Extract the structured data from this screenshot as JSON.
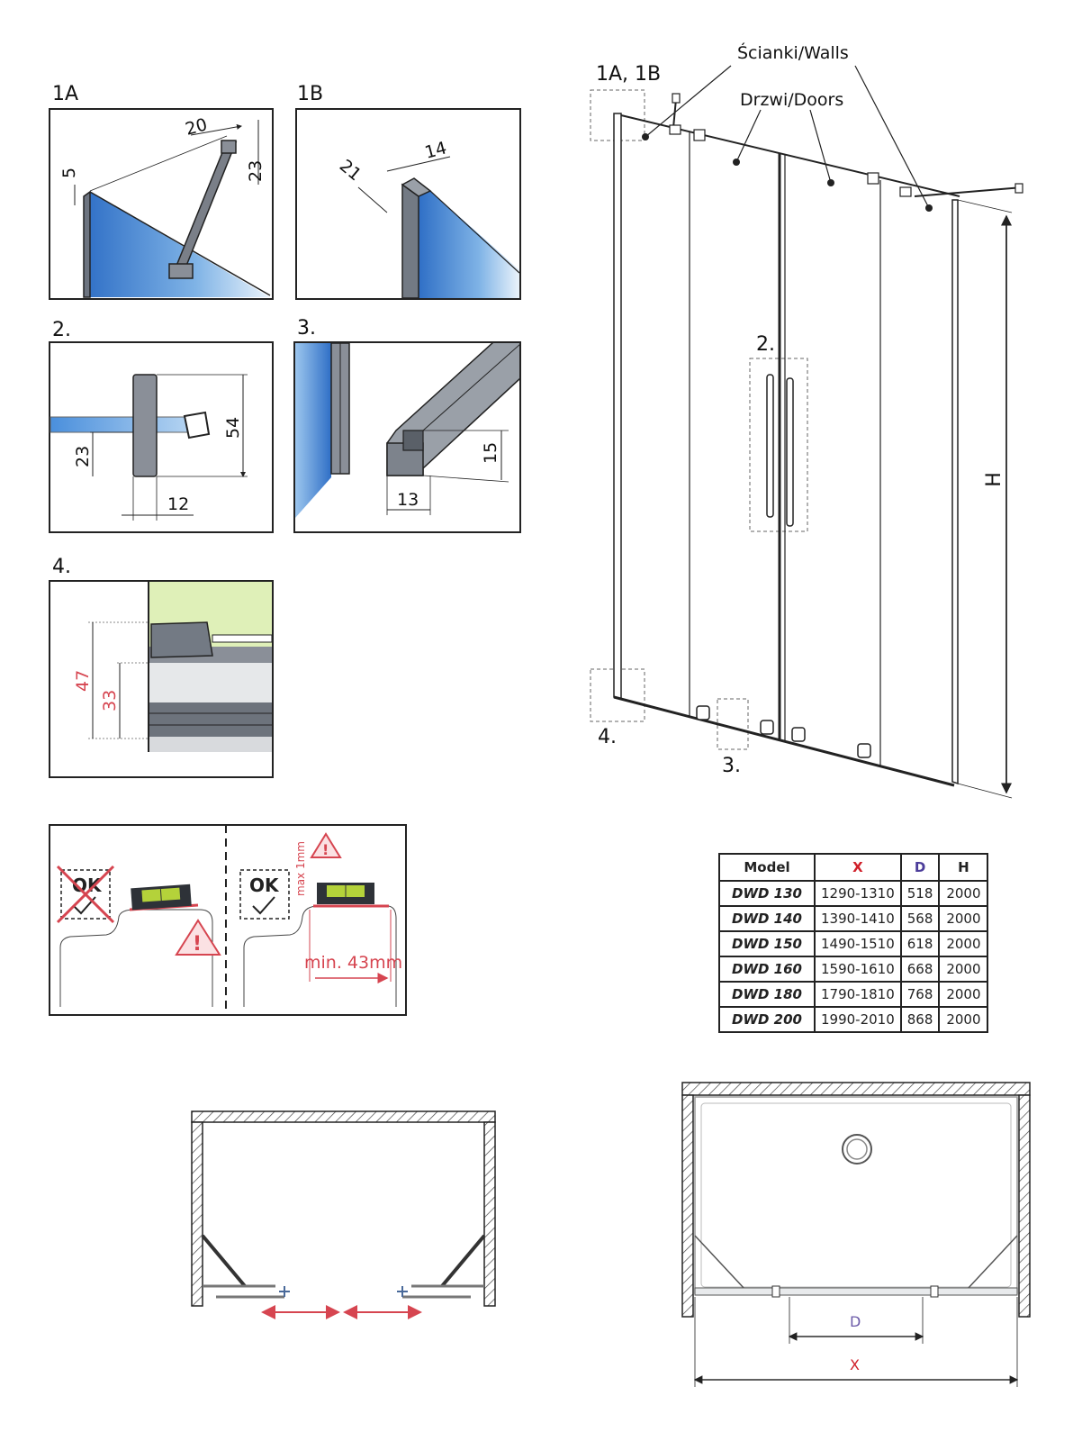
{
  "detail_labels": {
    "d1a": "1A",
    "d1b": "1B",
    "d2": "2.",
    "d3": "3.",
    "d4": "4."
  },
  "dims": {
    "d1a_20": "20",
    "d1a_5": "5",
    "d1a_23": "23",
    "d1b_14": "14",
    "d1b_21": "21",
    "d2_54": "54",
    "d2_23": "23",
    "d2_12": "12",
    "d3_15": "15",
    "d3_13": "13",
    "d4_47": "47",
    "d4_33": "33"
  },
  "level_panel": {
    "ok_left": "OK",
    "ok_right": "OK",
    "max_label": "max 1mm",
    "min_label": "min. 43mm"
  },
  "main": {
    "callout_walls": "Ścianki/Walls",
    "callout_doors": "Drzwi/Doors",
    "ref_1a1b": "1A, 1B",
    "ref_2": "2.",
    "ref_3": "3.",
    "ref_4": "4.",
    "height_label": "H"
  },
  "table": {
    "headers": [
      "Model",
      "X",
      "D",
      "H"
    ],
    "header_colors": {
      "X": "#d0202a",
      "D": "#4b3c9a"
    },
    "rows": [
      [
        "DWD 130",
        "1290-1310",
        "518",
        "2000"
      ],
      [
        "DWD 140",
        "1390-1410",
        "568",
        "2000"
      ],
      [
        "DWD 150",
        "1490-1510",
        "618",
        "2000"
      ],
      [
        "DWD 160",
        "1590-1610",
        "668",
        "2000"
      ],
      [
        "DWD 180",
        "1790-1810",
        "768",
        "2000"
      ],
      [
        "DWD 200",
        "1990-2010",
        "868",
        "2000"
      ]
    ]
  },
  "plan": {
    "d_label": "D",
    "x_label": "X"
  },
  "colors": {
    "glass_blue": "#3a7fd0",
    "warning_red": "#d64550",
    "green_level": "#b4d23a",
    "d_color": "#6b5aa8"
  }
}
